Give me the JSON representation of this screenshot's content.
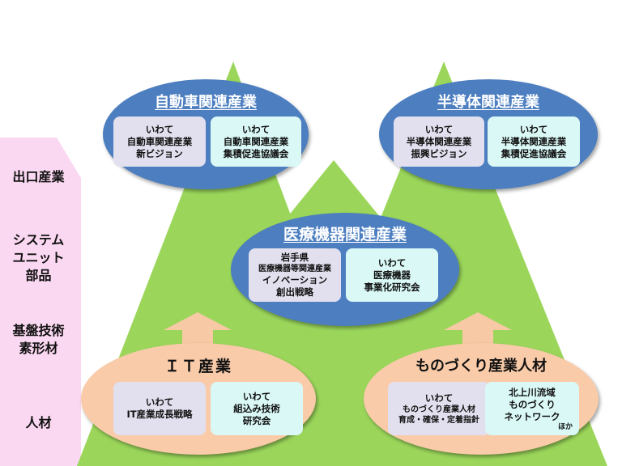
{
  "side_labels": {
    "output": [
      "出口産業"
    ],
    "system": [
      "システム",
      "ユニット",
      "部品"
    ],
    "base": [
      "基盤技術",
      "素形材"
    ],
    "people": [
      "人材"
    ]
  },
  "colors": {
    "mountain": "#9bd65b",
    "blue_ellipse": "#4c7ec0",
    "peach_ellipse": "#f9cba9",
    "arrow": "#f7c9a4",
    "side_band": "#fbd8f1",
    "box_lavender": "#e2e0ee",
    "box_aqua": "#d9f8f6"
  },
  "clusters": {
    "auto": {
      "title": "自動車関連産業",
      "left_box": [
        "いわて",
        "自動車関連産業",
        "新ビジョン"
      ],
      "right_box": [
        "いわて",
        "自動車関連産業",
        "集積促進協議会"
      ]
    },
    "semi": {
      "title": "半導体関連産業",
      "left_box": [
        "いわて",
        "半導体関連産業",
        "振興ビジョン"
      ],
      "right_box": [
        "いわて",
        "半導体関連産業",
        "集積促進協議会"
      ]
    },
    "medical": {
      "title": "医療機器関連産業",
      "left_box": [
        "岩手県",
        "医療機器等関連産業",
        "イノベーション",
        "創出戦略"
      ],
      "right_box": [
        "いわて",
        "医療機器",
        "事業化研究会"
      ]
    },
    "it": {
      "title": "ＩＴ産業",
      "left_box": [
        "いわて",
        "IT産業成長戦略"
      ],
      "right_box": [
        "いわて",
        "組込み技術",
        "研究会"
      ]
    },
    "monozukuri": {
      "title": "ものづくり産業人材",
      "left_box": [
        "いわて",
        "ものづくり産業人材",
        "育成・確保・定着指針"
      ],
      "right_box": [
        "北上川流域",
        "ものづくり",
        "ネットワーク"
      ],
      "right_box_note": "ほか"
    }
  }
}
